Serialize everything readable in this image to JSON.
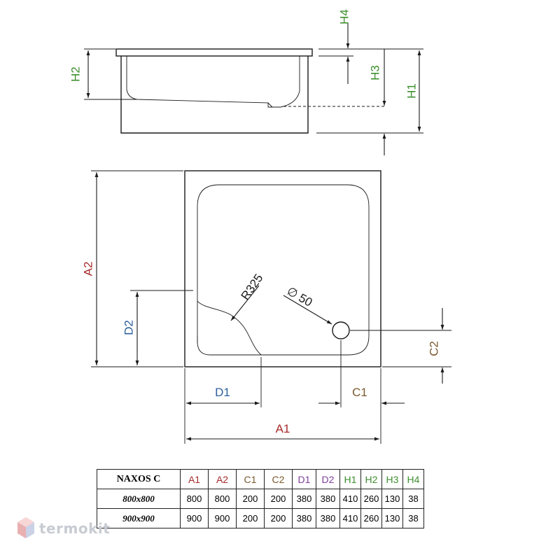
{
  "colors": {
    "red": "#a62b2b",
    "green": "#3f8f2f",
    "blue": "#2c5f9e",
    "brown": "#7a5a2e",
    "purple": "#7d3f9b",
    "line": "#1a1a1a"
  },
  "labels": {
    "h4": "H4",
    "h2": "H2",
    "h3": "H3",
    "h1": "H1",
    "a2": "A2",
    "d2": "D2",
    "r325": "R325",
    "dia50": "∅ 50",
    "c2": "C2",
    "d1": "D1",
    "c1": "C1",
    "a1": "A1"
  },
  "table": {
    "model": "NAXOS C",
    "headers": [
      "A1",
      "A2",
      "C1",
      "C2",
      "D1",
      "D2",
      "H1",
      "H2",
      "H3",
      "H4"
    ],
    "rows": [
      {
        "size": "800x800",
        "values": [
          "800",
          "800",
          "200",
          "200",
          "380",
          "380",
          "410",
          "260",
          "130",
          "38"
        ]
      },
      {
        "size": "900x900",
        "values": [
          "900",
          "900",
          "200",
          "200",
          "380",
          "380",
          "410",
          "260",
          "130",
          "38"
        ]
      }
    ]
  },
  "watermark": {
    "text": "termokit"
  }
}
